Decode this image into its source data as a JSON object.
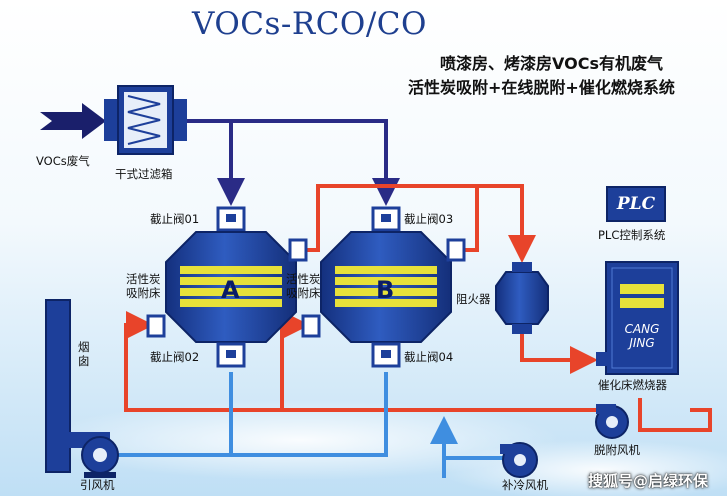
{
  "title": "VOCs-RCO/CO",
  "subtitle_line1": "喷漆房、烤漆房VOCs有机废气",
  "subtitle_line2": "活性炭吸附+在线脱附+催化燃烧系统",
  "labels": {
    "vocs_gas": "VOCs废气",
    "dry_filter": "干式过滤箱",
    "valve01": "截止阀01",
    "valve02": "截止阀02",
    "valve03": "截止阀03",
    "valve04": "截止阀04",
    "carbon_bed_a": "活性炭\n吸附床",
    "carbon_bed_b": "活性炭\n吸附床",
    "flame_arrester": "阻火器",
    "plc_system": "PLC控制系统",
    "catalytic_burner": "催化床燃烧器",
    "desorb_fan": "脱附风机",
    "chimney": "烟\n囱",
    "induced_fan": "引风机",
    "cooling_fan": "补冷风机"
  },
  "bed_a": "A",
  "bed_b": "B",
  "plc_logo": "PLC",
  "burner_brand": "CANG\nJING",
  "watermark": "搜狐号@启绿环保",
  "colors": {
    "background_top": "#ffffff",
    "background_bottom": "#cfe7f8",
    "equipment_blue": "#1d3f9a",
    "equipment_dark": "#0d2466",
    "bed_yellow": "#e7e13a",
    "hot_line": "#e8442a",
    "cold_line": "#3f8ee0",
    "feed_line": "#2a2b86"
  }
}
